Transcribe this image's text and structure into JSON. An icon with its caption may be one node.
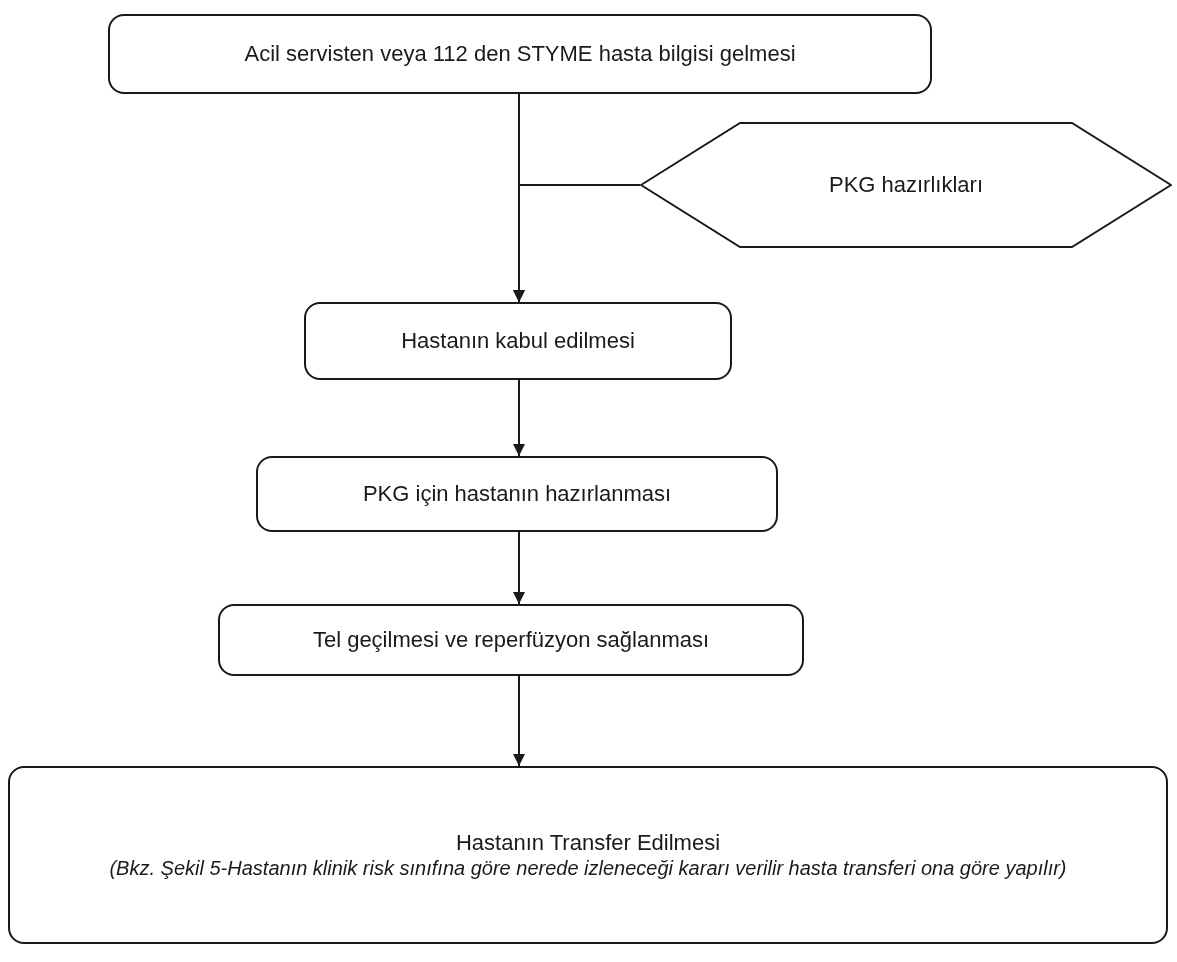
{
  "diagram": {
    "nodes": [
      {
        "text": [
          "Acil servisten veya 112 den STYME hasta bilgisi gelmesi"
        ]
      },
      {
        "text": [
          "PKG hazırlıkları"
        ]
      },
      {
        "text": [
          "Hastanın kabul edilmesi"
        ]
      },
      {
        "text": [
          "PKG için hastanın hazırlanması"
        ]
      },
      {
        "text": [
          "Tel geçilmesi ve reperfüzyon sağlanması"
        ]
      },
      {
        "text": [
          "Hastanın Transfer Edilmesi",
          "(Bkz. Şekil 5-Hastanın klinik risk sınıfına göre nerede izleneceği kararı verilir hasta transferi ona göre yapılır)"
        ]
      }
    ],
    "edges": [
      {
        "from": 0,
        "to": 2,
        "arrow": "to"
      },
      {
        "from": 1,
        "to": 2,
        "arrow": "to"
      },
      {
        "from": 2,
        "to": 3,
        "arrow": "to"
      },
      {
        "from": 3,
        "to": 4,
        "arrow": "to"
      },
      {
        "from": 4,
        "to": 5,
        "arrow": "to"
      }
    ]
  }
}
